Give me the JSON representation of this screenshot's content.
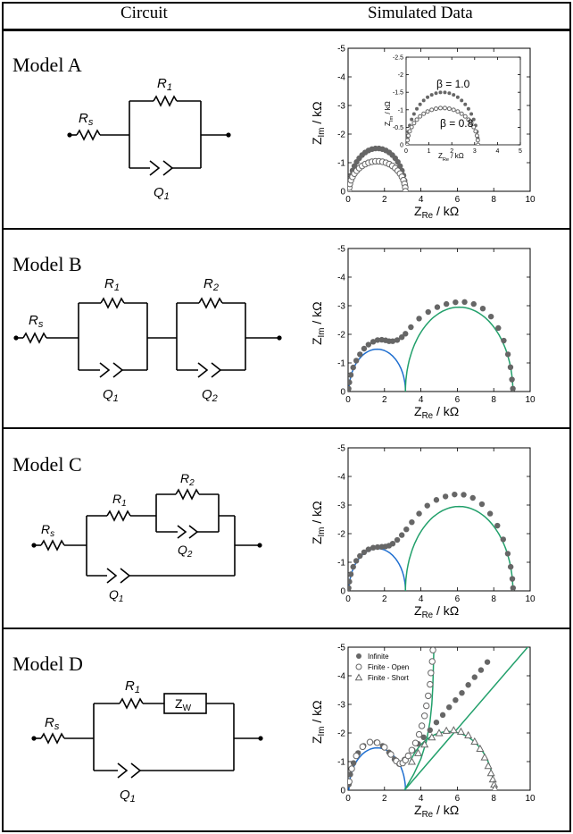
{
  "header": {
    "circuit": "Circuit",
    "simulated": "Simulated Data"
  },
  "models": [
    {
      "title": "Model A",
      "labels": {
        "rs": "R",
        "rs_sub": "s",
        "r1": "R",
        "r1_sub": "1",
        "q1": "Q",
        "q1_sub": "1"
      }
    },
    {
      "title": "Model B",
      "labels": {
        "rs": "R",
        "rs_sub": "s",
        "r1": "R",
        "r1_sub": "1",
        "r2": "R",
        "r2_sub": "2",
        "q1": "Q",
        "q1_sub": "1",
        "q2": "Q",
        "q2_sub": "2"
      }
    },
    {
      "title": "Model C",
      "labels": {
        "rs": "R",
        "rs_sub": "s",
        "r1": "R",
        "r1_sub": "1",
        "r2": "R",
        "r2_sub": "2",
        "q1": "Q",
        "q1_sub": "1",
        "q2": "Q",
        "q2_sub": "2"
      }
    },
    {
      "title": "Model D",
      "labels": {
        "rs": "R",
        "rs_sub": "s",
        "r1": "R",
        "r1_sub": "1",
        "zw": "Z",
        "zw_sub": "W",
        "q1": "Q",
        "q1_sub": "1"
      }
    }
  ],
  "colors": {
    "blue": "#1f6fd0",
    "green": "#22a06b",
    "dot": "#666666"
  },
  "chart_data": [
    {
      "type": "scatter",
      "xlabel": "Z",
      "xlabel_sub": "Re",
      "xlabel_unit": " / kΩ",
      "ylabel": "Z",
      "ylabel_sub": "Im",
      "ylabel_unit": " / kΩ",
      "xlim": [
        0,
        10
      ],
      "ylim": [
        0,
        -5
      ],
      "xticks": [
        0,
        2,
        4,
        6,
        8,
        10
      ],
      "yticks": [
        0,
        -1,
        -2,
        -3,
        -4,
        -5
      ],
      "series": [
        {
          "kind": "arc_points",
          "marker": "filled",
          "center": 1.6,
          "radius": 1.55,
          "depth": 1.5,
          "count": 26
        },
        {
          "kind": "arc_points",
          "marker": "open",
          "center": 1.6,
          "radius": 1.55,
          "depth": 1.05,
          "count": 26
        }
      ],
      "inset": {
        "xlim": [
          0,
          5
        ],
        "ylim": [
          0,
          -2.5
        ],
        "xticks": [
          0,
          1,
          2,
          3,
          4,
          5
        ],
        "yticks": [
          0,
          -0.5,
          -1.0,
          -1.5,
          -2.0,
          -2.5
        ],
        "xlabel": "Z",
        "xlabel_sub": "Re",
        "xlabel_unit": " / kΩ",
        "ylabel": "Z",
        "ylabel_sub": "Im",
        "ylabel_unit": " / kΩ",
        "annotations": [
          {
            "text": "β = 1.0"
          },
          {
            "text": "β = 0.8"
          }
        ],
        "series": [
          {
            "kind": "arc_points",
            "marker": "filled",
            "center": 1.6,
            "radius": 1.55,
            "depth": 1.5,
            "count": 26
          },
          {
            "kind": "arc_points",
            "marker": "open",
            "center": 1.6,
            "radius": 1.55,
            "depth": 1.05,
            "count": 26
          }
        ]
      }
    },
    {
      "type": "scatter",
      "xlabel": "Z",
      "xlabel_sub": "Re",
      "xlabel_unit": " / kΩ",
      "ylabel": "Z",
      "ylabel_sub": "Im",
      "ylabel_unit": " / kΩ",
      "xlim": [
        0,
        10
      ],
      "ylim": [
        0,
        -5
      ],
      "xticks": [
        0,
        2,
        4,
        6,
        8,
        10
      ],
      "yticks": [
        0,
        -1,
        -2,
        -3,
        -4,
        -5
      ],
      "series": [
        {
          "kind": "arc_line",
          "color": "blue",
          "center": 1.6,
          "radius": 1.55,
          "depth": 1.48
        },
        {
          "kind": "arc_line",
          "color": "green",
          "center": 6.1,
          "radius": 2.95,
          "depth": 2.95
        },
        {
          "kind": "points",
          "marker": "filled",
          "x": [
            0.03,
            0.07,
            0.15,
            0.28,
            0.45,
            0.65,
            0.88,
            1.12,
            1.38,
            1.62,
            1.85,
            2.06,
            2.25,
            2.45,
            2.7,
            2.95,
            3.15,
            3.45,
            3.9,
            4.4,
            4.9,
            5.4,
            5.9,
            6.4,
            6.9,
            7.4,
            7.85,
            8.25,
            8.55,
            8.78,
            8.92,
            9.0,
            9.05
          ],
          "y": [
            -0.1,
            -0.32,
            -0.58,
            -0.84,
            -1.08,
            -1.3,
            -1.5,
            -1.64,
            -1.74,
            -1.8,
            -1.81,
            -1.79,
            -1.76,
            -1.76,
            -1.8,
            -1.9,
            -2.02,
            -2.25,
            -2.55,
            -2.78,
            -2.95,
            -3.06,
            -3.12,
            -3.13,
            -3.06,
            -2.9,
            -2.62,
            -2.22,
            -1.78,
            -1.3,
            -0.85,
            -0.42,
            -0.1
          ]
        }
      ]
    },
    {
      "type": "scatter",
      "xlabel": "Z",
      "xlabel_sub": "Re",
      "xlabel_unit": " / kΩ",
      "ylabel": "Z",
      "ylabel_sub": "Im",
      "ylabel_unit": " / kΩ",
      "xlim": [
        0,
        10
      ],
      "ylim": [
        0,
        -5
      ],
      "xticks": [
        0,
        2,
        4,
        6,
        8,
        10
      ],
      "yticks": [
        0,
        -1,
        -2,
        -3,
        -4,
        -5
      ],
      "series": [
        {
          "kind": "arc_line",
          "color": "blue",
          "center": 1.6,
          "radius": 1.55,
          "depth": 1.48
        },
        {
          "kind": "arc_line",
          "color": "green",
          "center": 6.1,
          "radius": 2.95,
          "depth": 2.95
        },
        {
          "kind": "points",
          "marker": "filled",
          "x": [
            0.03,
            0.07,
            0.15,
            0.28,
            0.45,
            0.65,
            0.88,
            1.12,
            1.38,
            1.62,
            1.85,
            2.05,
            2.25,
            2.45,
            2.7,
            2.95,
            3.2,
            3.5,
            3.9,
            4.35,
            4.85,
            5.35,
            5.85,
            6.35,
            6.85,
            7.35,
            7.8,
            8.2,
            8.52,
            8.77,
            8.93,
            9.02,
            9.06
          ],
          "y": [
            -0.1,
            -0.32,
            -0.58,
            -0.84,
            -1.05,
            -1.22,
            -1.35,
            -1.45,
            -1.51,
            -1.53,
            -1.54,
            -1.55,
            -1.58,
            -1.65,
            -1.78,
            -1.95,
            -2.15,
            -2.4,
            -2.7,
            -2.98,
            -3.18,
            -3.3,
            -3.37,
            -3.36,
            -3.25,
            -3.03,
            -2.7,
            -2.28,
            -1.8,
            -1.3,
            -0.84,
            -0.42,
            -0.1
          ]
        }
      ]
    },
    {
      "type": "scatter",
      "xlabel": "Z",
      "xlabel_sub": "Re",
      "xlabel_unit": " / kΩ",
      "ylabel": "Z",
      "ylabel_sub": "Im",
      "ylabel_unit": " / kΩ",
      "xlim": [
        0,
        10
      ],
      "ylim": [
        0,
        -5
      ],
      "xticks": [
        0,
        2,
        4,
        6,
        8,
        10
      ],
      "yticks": [
        0,
        -1,
        -2,
        -3,
        -4,
        -5
      ],
      "legend": [
        {
          "label": "Infinite",
          "marker": "filled"
        },
        {
          "label": "Finite - Open",
          "marker": "open"
        },
        {
          "label": "Finite - Short",
          "marker": "triangle"
        }
      ],
      "series": [
        {
          "kind": "arc_line",
          "color": "blue",
          "center": 1.6,
          "radius": 1.55,
          "depth": 1.48
        },
        {
          "kind": "polyline",
          "color": "green",
          "x": [
            3.1,
            10.0
          ],
          "y": [
            0,
            -5.1
          ]
        },
        {
          "kind": "polyline",
          "color": "green",
          "x": [
            3.1,
            3.6,
            4.0,
            4.3,
            4.5,
            4.6,
            4.65,
            4.68,
            4.7,
            4.72
          ],
          "y": [
            0,
            -0.55,
            -1.1,
            -1.7,
            -2.4,
            -3.0,
            -3.6,
            -4.2,
            -4.7,
            -5.0
          ]
        },
        {
          "kind": "arc_line",
          "color": "green",
          "center": 5.55,
          "radius": 2.45,
          "depth": 2.05,
          "x_from": 3.35
        },
        {
          "kind": "points",
          "marker": "filled",
          "x": [
            0.04,
            0.12,
            0.3,
            0.55,
            0.85,
            1.2,
            1.55,
            1.9,
            2.25,
            2.55,
            2.8,
            2.95,
            3.1,
            3.3,
            3.55,
            3.85,
            4.15,
            4.5,
            4.85,
            5.2,
            5.55,
            5.9,
            6.25,
            6.6,
            6.95,
            7.3,
            7.65
          ],
          "y": [
            -0.2,
            -0.55,
            -0.95,
            -1.3,
            -1.55,
            -1.68,
            -1.67,
            -1.55,
            -1.32,
            -1.08,
            -0.92,
            -0.95,
            -1.07,
            -1.22,
            -1.4,
            -1.62,
            -1.85,
            -2.1,
            -2.37,
            -2.63,
            -2.9,
            -3.15,
            -3.4,
            -3.68,
            -3.95,
            -4.2,
            -4.48
          ]
        },
        {
          "kind": "points",
          "marker": "open",
          "x": [
            0.06,
            0.2,
            0.45,
            0.8,
            1.2,
            1.6,
            2.0,
            2.35,
            2.65,
            2.85,
            3.0,
            3.15,
            3.3,
            3.5,
            3.7,
            3.9,
            4.05,
            4.2,
            4.3,
            4.4,
            4.5,
            4.55,
            4.62,
            4.66
          ],
          "y": [
            -0.3,
            -0.75,
            -1.2,
            -1.52,
            -1.68,
            -1.66,
            -1.5,
            -1.25,
            -1.02,
            -0.93,
            -0.95,
            -1.05,
            -1.2,
            -1.4,
            -1.65,
            -1.95,
            -2.25,
            -2.6,
            -2.95,
            -3.3,
            -3.7,
            -4.1,
            -4.5,
            -4.9
          ]
        },
        {
          "kind": "points",
          "marker": "triangle",
          "x": [
            3.5,
            3.85,
            4.2,
            4.6,
            5.0,
            5.4,
            5.8,
            6.2,
            6.6,
            6.95,
            7.25,
            7.5,
            7.7,
            7.85,
            7.95,
            8.02,
            8.06
          ],
          "y": [
            -1.0,
            -1.3,
            -1.6,
            -1.85,
            -2.0,
            -2.08,
            -2.1,
            -2.05,
            -1.92,
            -1.7,
            -1.45,
            -1.15,
            -0.85,
            -0.6,
            -0.38,
            -0.2,
            -0.06
          ]
        }
      ]
    }
  ]
}
